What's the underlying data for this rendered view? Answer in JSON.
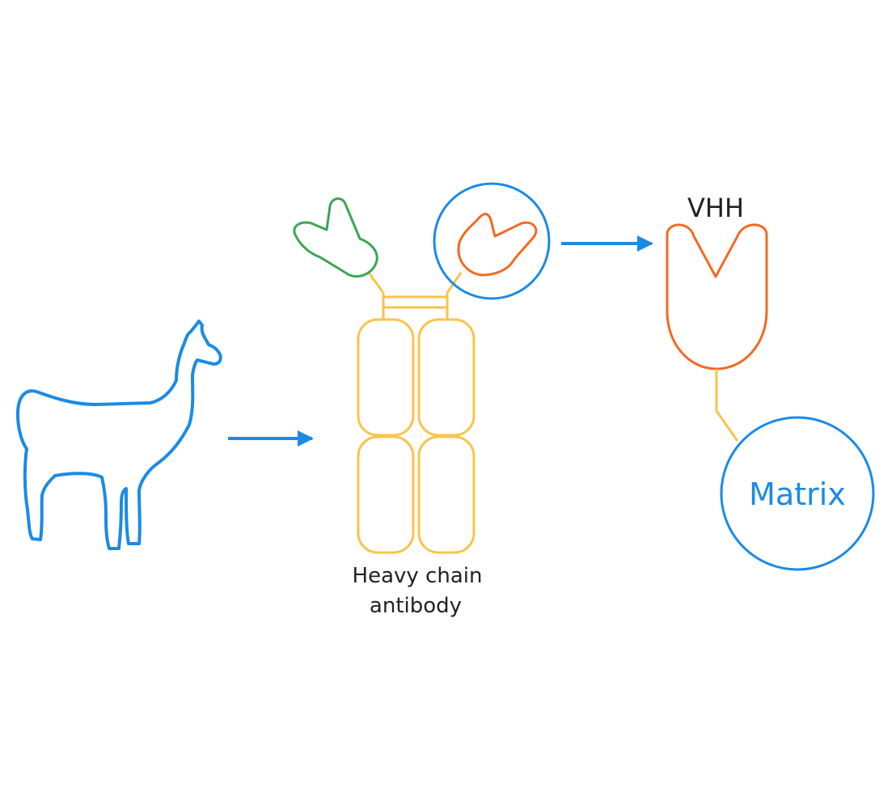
{
  "labels": {
    "heavy_chain_line1": "Heavy chain",
    "heavy_chain_line2": "antibody",
    "vhh": "VHH",
    "matrix": "Matrix"
  },
  "colors": {
    "blue": "#1a8be6",
    "yellow": "#fbc34a",
    "green": "#3aa556",
    "orange": "#f26a22",
    "text": "#222222",
    "background": "#ffffff"
  },
  "icons": {
    "llama": "llama-icon"
  }
}
